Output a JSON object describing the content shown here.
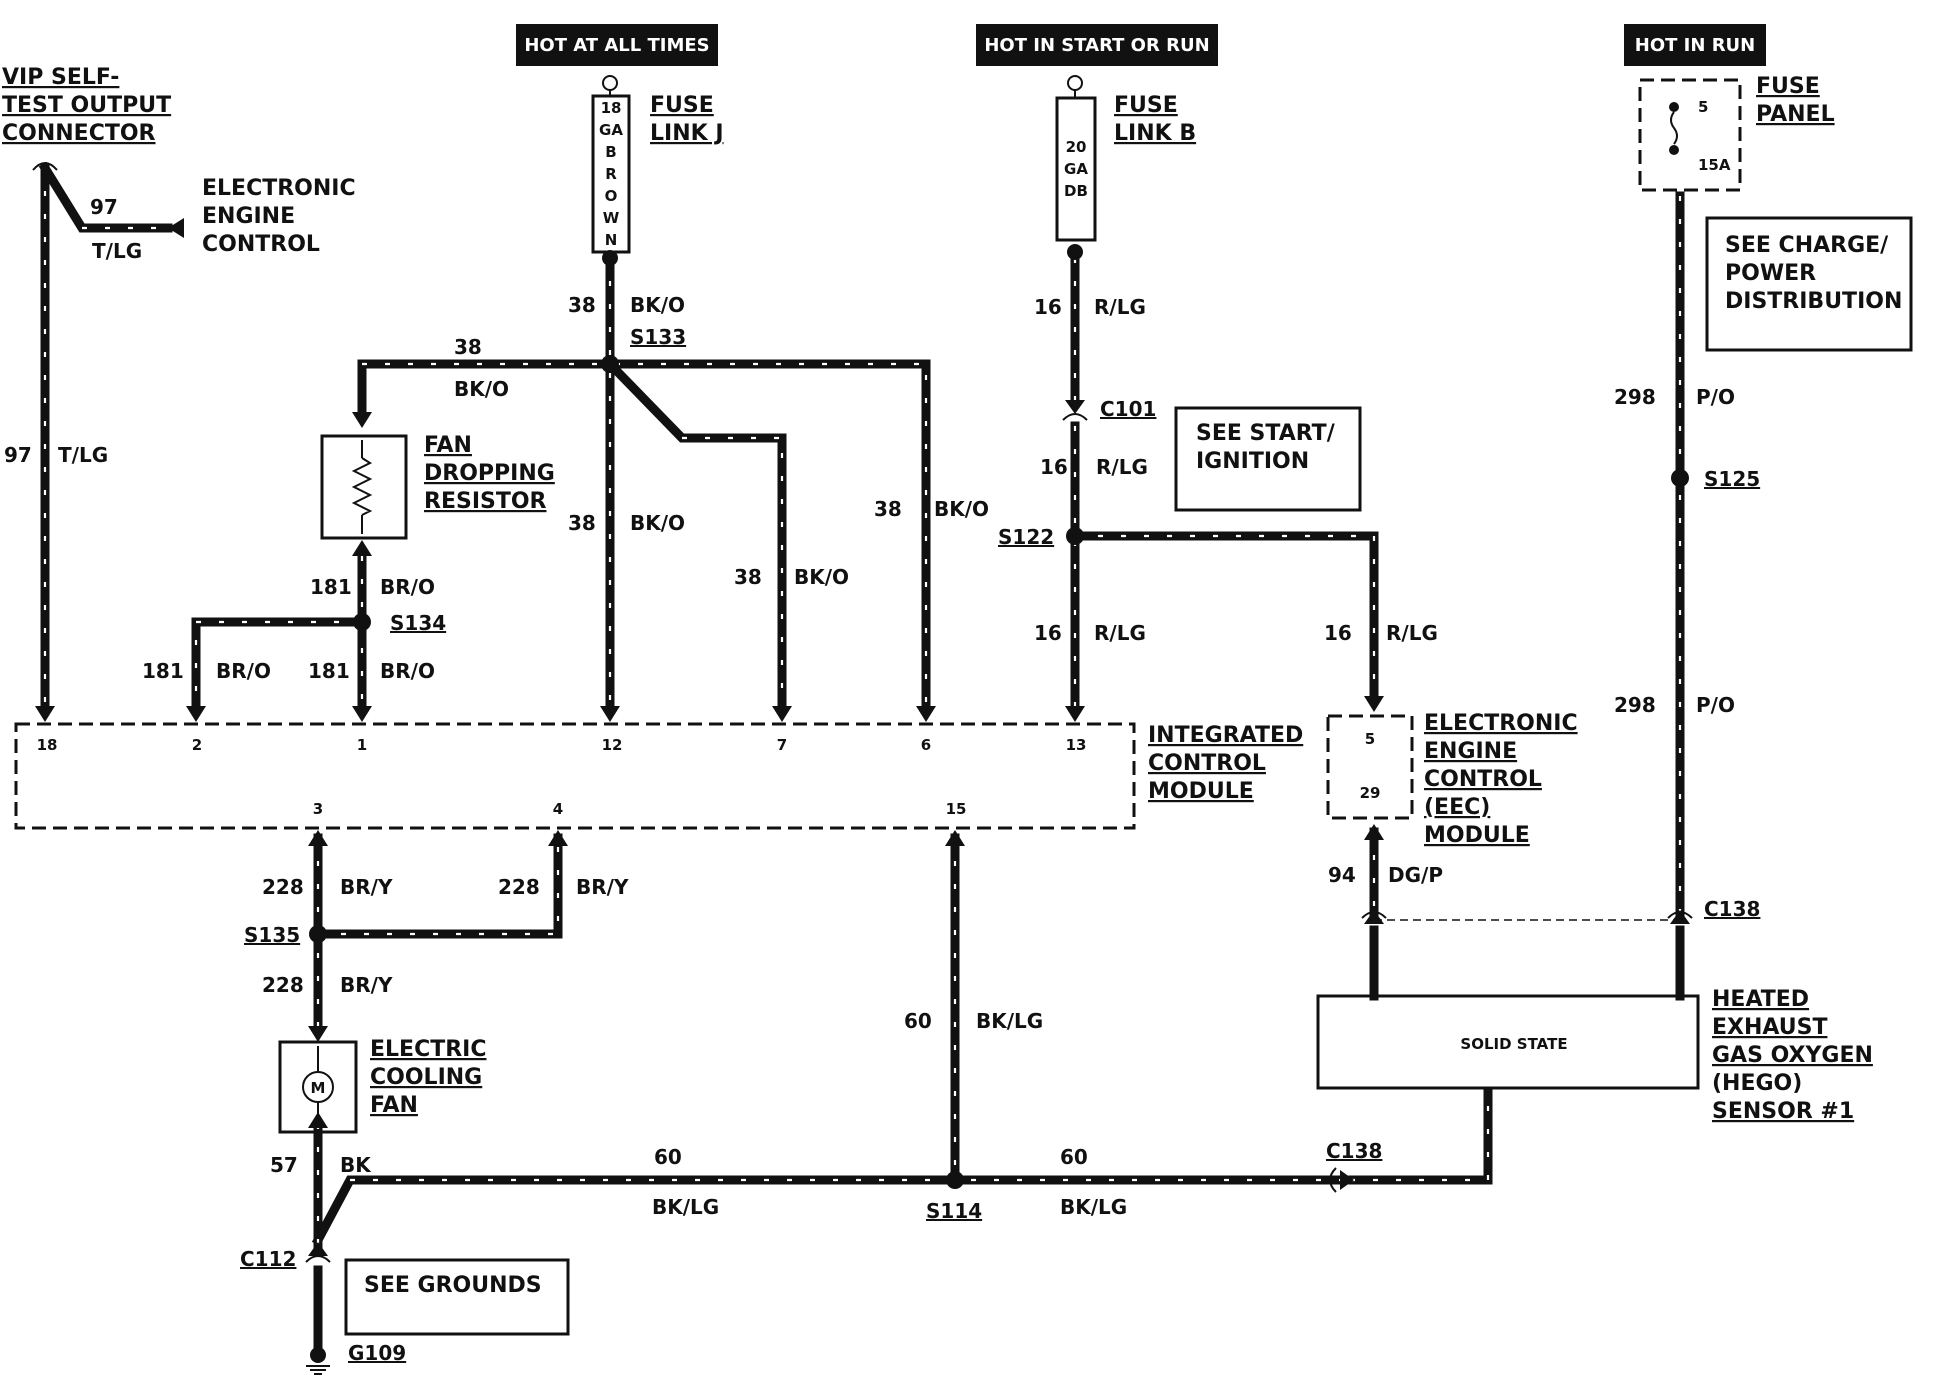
{
  "power_tags": {
    "hot_always": "HOT AT ALL TIMES",
    "hot_start_run": "HOT IN START OR RUN",
    "hot_run": "HOT IN RUN"
  },
  "components": {
    "vip_line1": "VIP SELF-",
    "vip_line2": "TEST OUTPUT",
    "vip_line3": "CONNECTOR",
    "eec_ref1": "ELECTRONIC",
    "eec_ref2": "ENGINE",
    "eec_ref3": "CONTROL",
    "fuse_j1": "FUSE",
    "fuse_j2": "LINK J",
    "fuse_j_gauge": [
      "18",
      "GA",
      "B",
      "R",
      "O",
      "W",
      "N"
    ],
    "fuse_b1": "FUSE",
    "fuse_b2": "LINK B",
    "fuse_b_gauge": [
      "20",
      "GA",
      "DB"
    ],
    "fuse_panel1": "FUSE",
    "fuse_panel2": "PANEL",
    "fuse_no": "5",
    "fuse_amp": "15A",
    "fan_res1": "FAN",
    "fan_res2": "DROPPING",
    "fan_res3": "RESISTOR",
    "icm1": "INTEGRATED",
    "icm2": "CONTROL",
    "icm3": "MODULE",
    "eecm1": "ELECTRONIC",
    "eecm2": "ENGINE",
    "eecm3": "CONTROL",
    "eecm4": "(EEC)",
    "eecm5": "MODULE",
    "eecm_pin_a": "5",
    "eecm_pin_b": "29",
    "fan1": "ELECTRIC",
    "fan2": "COOLING",
    "fan3": "FAN",
    "motor": "M",
    "hego_box": "SOLID STATE",
    "hego1": "HEATED",
    "hego2": "EXHAUST",
    "hego3": "GAS OXYGEN",
    "hego4": "(HEGO)",
    "hego5": "SENSOR #1"
  },
  "see_boxes": {
    "charge1": "SEE CHARGE/",
    "charge2": "POWER",
    "charge3": "DISTRIBUTION",
    "start1": "SEE START/",
    "start2": "IGNITION",
    "grounds": "SEE GROUNDS"
  },
  "icm_pins": {
    "p18": "18",
    "p2": "2",
    "p1": "1",
    "p12": "12",
    "p7": "7",
    "p6": "6",
    "p13": "13",
    "p3": "3",
    "p4": "4",
    "p15": "15"
  },
  "splices": {
    "s133": "S133",
    "s134": "S134",
    "s122": "S122",
    "s125": "S125",
    "s135": "S135",
    "s114": "S114",
    "c101": "C101",
    "c138a": "C138",
    "c138b": "C138",
    "c112": "C112",
    "g109": "G109"
  },
  "circuits": {
    "n97": "97",
    "tlg": "T/LG",
    "n38": "38",
    "bko": "BK/O",
    "n181": "181",
    "bro": "BR/O",
    "n16": "16",
    "rlg": "R/LG",
    "n298": "298",
    "po": "P/O",
    "n94": "94",
    "dgp": "DG/P",
    "n228": "228",
    "bry": "BR/Y",
    "n60": "60",
    "bklg": "BK/LG",
    "n57": "57",
    "bk": "BK"
  }
}
